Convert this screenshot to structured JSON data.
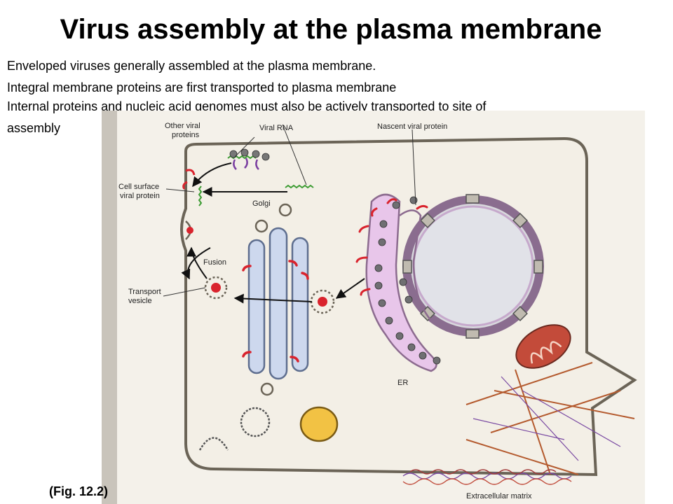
{
  "title": "Virus assembly at the plasma membrane",
  "lines": [
    "Enveloped viruses generally assembled at the plasma membrane.",
    "Integral membrane proteins are first transported to plasma membrane",
    "Internal proteins and nucleic acid genomes must also be actively transported to site of",
    "assembly"
  ],
  "caption": "(Fig. 12.2)",
  "figure": {
    "labels": {
      "other_viral_proteins": [
        "Other viral",
        "proteins"
      ],
      "viral_rna": "Viral RNA",
      "nascent_viral_protein": "Nascent viral protein",
      "cell_surface_viral_protein": [
        "Cell surface",
        "viral protein"
      ],
      "golgi": "Golgi",
      "fusion": "Fusion",
      "transport_vesicle": [
        "Transport",
        "vesicle"
      ],
      "er": "ER",
      "extracellular_matrix": "Extracellular matrix"
    }
  }
}
